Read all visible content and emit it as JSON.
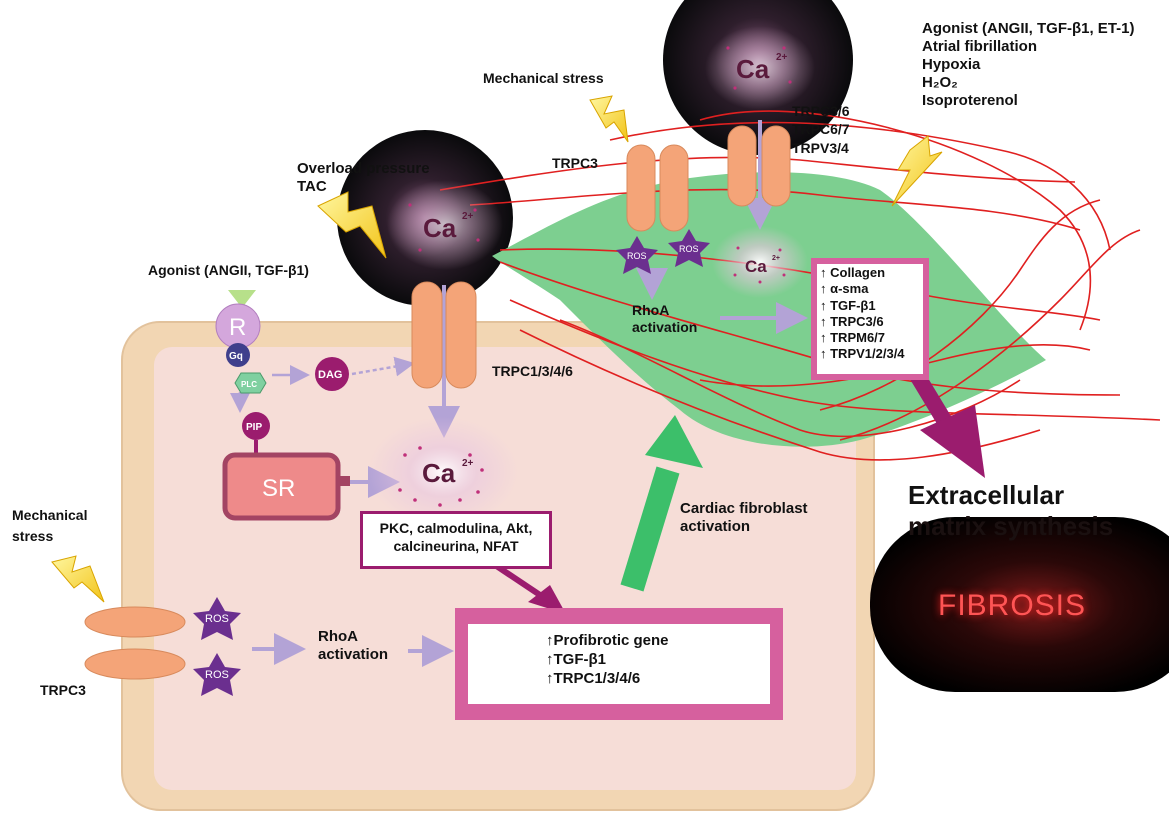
{
  "labels": {
    "agonist_top": [
      "Agonist (ANGII,  TGF-β1, ET-1)",
      "Atrial fibrillation",
      "Hypoxia",
      "H₂O₂",
      "Isoproterenol"
    ],
    "mechanical_stress_top": "Mechanical stress",
    "overload_pressure": [
      "Overload pressure",
      "TAC"
    ],
    "agonist_left": "Agonist (ANGII,  TGF-β1)",
    "trpc3_top": "TRPC3",
    "trpc_fibro_channels": [
      "TRPC3/6",
      "TRPC6/7",
      "TRPV3/4"
    ],
    "trpc1346": "TRPC1/3/4/6",
    "mechanical_stress_left": [
      "Mechanical",
      "stress"
    ],
    "trpc3_left": "TRPC3",
    "rhoa_fibro": [
      "RhoA",
      "activation"
    ],
    "rhoa_cardio": [
      "RhoA",
      "activation"
    ],
    "cardiac_fibroblast": [
      "Cardiac fibroblast",
      "activation"
    ],
    "ecm": [
      "Extracellular",
      "matrix synthesis"
    ],
    "fibrosis": "FIBROSIS",
    "ca": "Ca",
    "ca_charge": "2+",
    "ros": "ROS",
    "receptor": "R",
    "gq": "Gq",
    "plc": "PLC",
    "dag": "DAG",
    "pip": "PIP",
    "sr": "SR"
  },
  "boxes": {
    "fibroblast_effects": [
      "↑ Collagen",
      "↑ α-sma",
      "↑ TGF-β1",
      "↑ TRPC3/6",
      "↑ TRPM6/7",
      "↑ TRPV1/2/3/4"
    ],
    "kinases": [
      "PKC, calmodulina, Akt,",
      "calcineurina, NFAT"
    ],
    "cardio_effects": [
      "↑Profibrotic gene",
      "↑TGF-β1",
      "↑TRPC1/3/4/6"
    ]
  },
  "colors": {
    "fibroblast": "#7dcf90",
    "cell_outer": "#f2d6b3",
    "cell_inner": "#f6ddd7",
    "channel": "#f4a478",
    "ros": "#6b2f8f",
    "pink_box": "#d6609e",
    "arrow_purple": "#b3a3d6",
    "arrow_magenta": "#9b1c6e",
    "arrow_green": "#3cbf6a",
    "fibrosis_text": "#ff5555",
    "ca_text": "#5a1a3c",
    "sr_fill": "#ee8a8a",
    "sr_border": "#a34463"
  }
}
